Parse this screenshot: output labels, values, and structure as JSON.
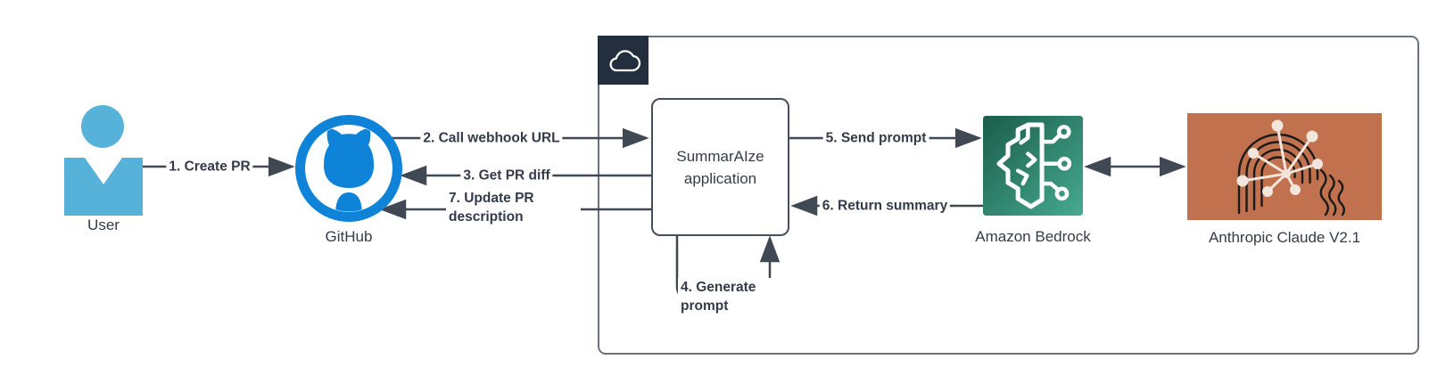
{
  "diagram": {
    "nodes": {
      "user": {
        "label": "User",
        "icon": "person-icon"
      },
      "github": {
        "label": "GitHub",
        "icon": "github-octocat-icon"
      },
      "aws": {
        "label": "",
        "icon": "aws-cloud-icon"
      },
      "app": {
        "label": "SummarAIze application"
      },
      "bedrock": {
        "label": "Amazon Bedrock",
        "icon": "brain-circuit-icon"
      },
      "claude": {
        "label": "Anthropic Claude V2.1",
        "icon": "head-network-icon"
      }
    },
    "edges": {
      "e1": {
        "label": "1. Create PR",
        "from": "user",
        "to": "github",
        "direction": "one-way"
      },
      "e2": {
        "label": "2. Call webhook URL",
        "from": "github",
        "to": "app",
        "direction": "one-way"
      },
      "e3": {
        "label": "3. Get PR diff",
        "from": "app",
        "to": "github",
        "direction": "one-way"
      },
      "e4": {
        "label": "4. Generate prompt",
        "from": "app",
        "to": "app",
        "direction": "self-loop"
      },
      "e5": {
        "label": "5. Send prompt",
        "from": "app",
        "to": "bedrock",
        "direction": "one-way"
      },
      "e6": {
        "label": "6. Return summary",
        "from": "bedrock",
        "to": "app",
        "direction": "one-way"
      },
      "e7": {
        "label": "7. Update PR description",
        "from": "app",
        "to": "github",
        "direction": "one-way"
      },
      "e8": {
        "label": "",
        "from": "bedrock",
        "to": "claude",
        "direction": "two-way"
      }
    },
    "colors": {
      "arrow": "#3f4853",
      "text": "#333b48",
      "user_blue": "#57b2d9",
      "github_blue": "#0f83d8",
      "container_border": "#68737f",
      "aws_badge": "#232f3e",
      "bedrock_gradient_start": "#1b5c4b",
      "bedrock_gradient_end": "#46aa90",
      "claude_background": "#c1714e",
      "claude_lines": "#1a1a1a",
      "claude_network": "#f2e5dc"
    }
  }
}
